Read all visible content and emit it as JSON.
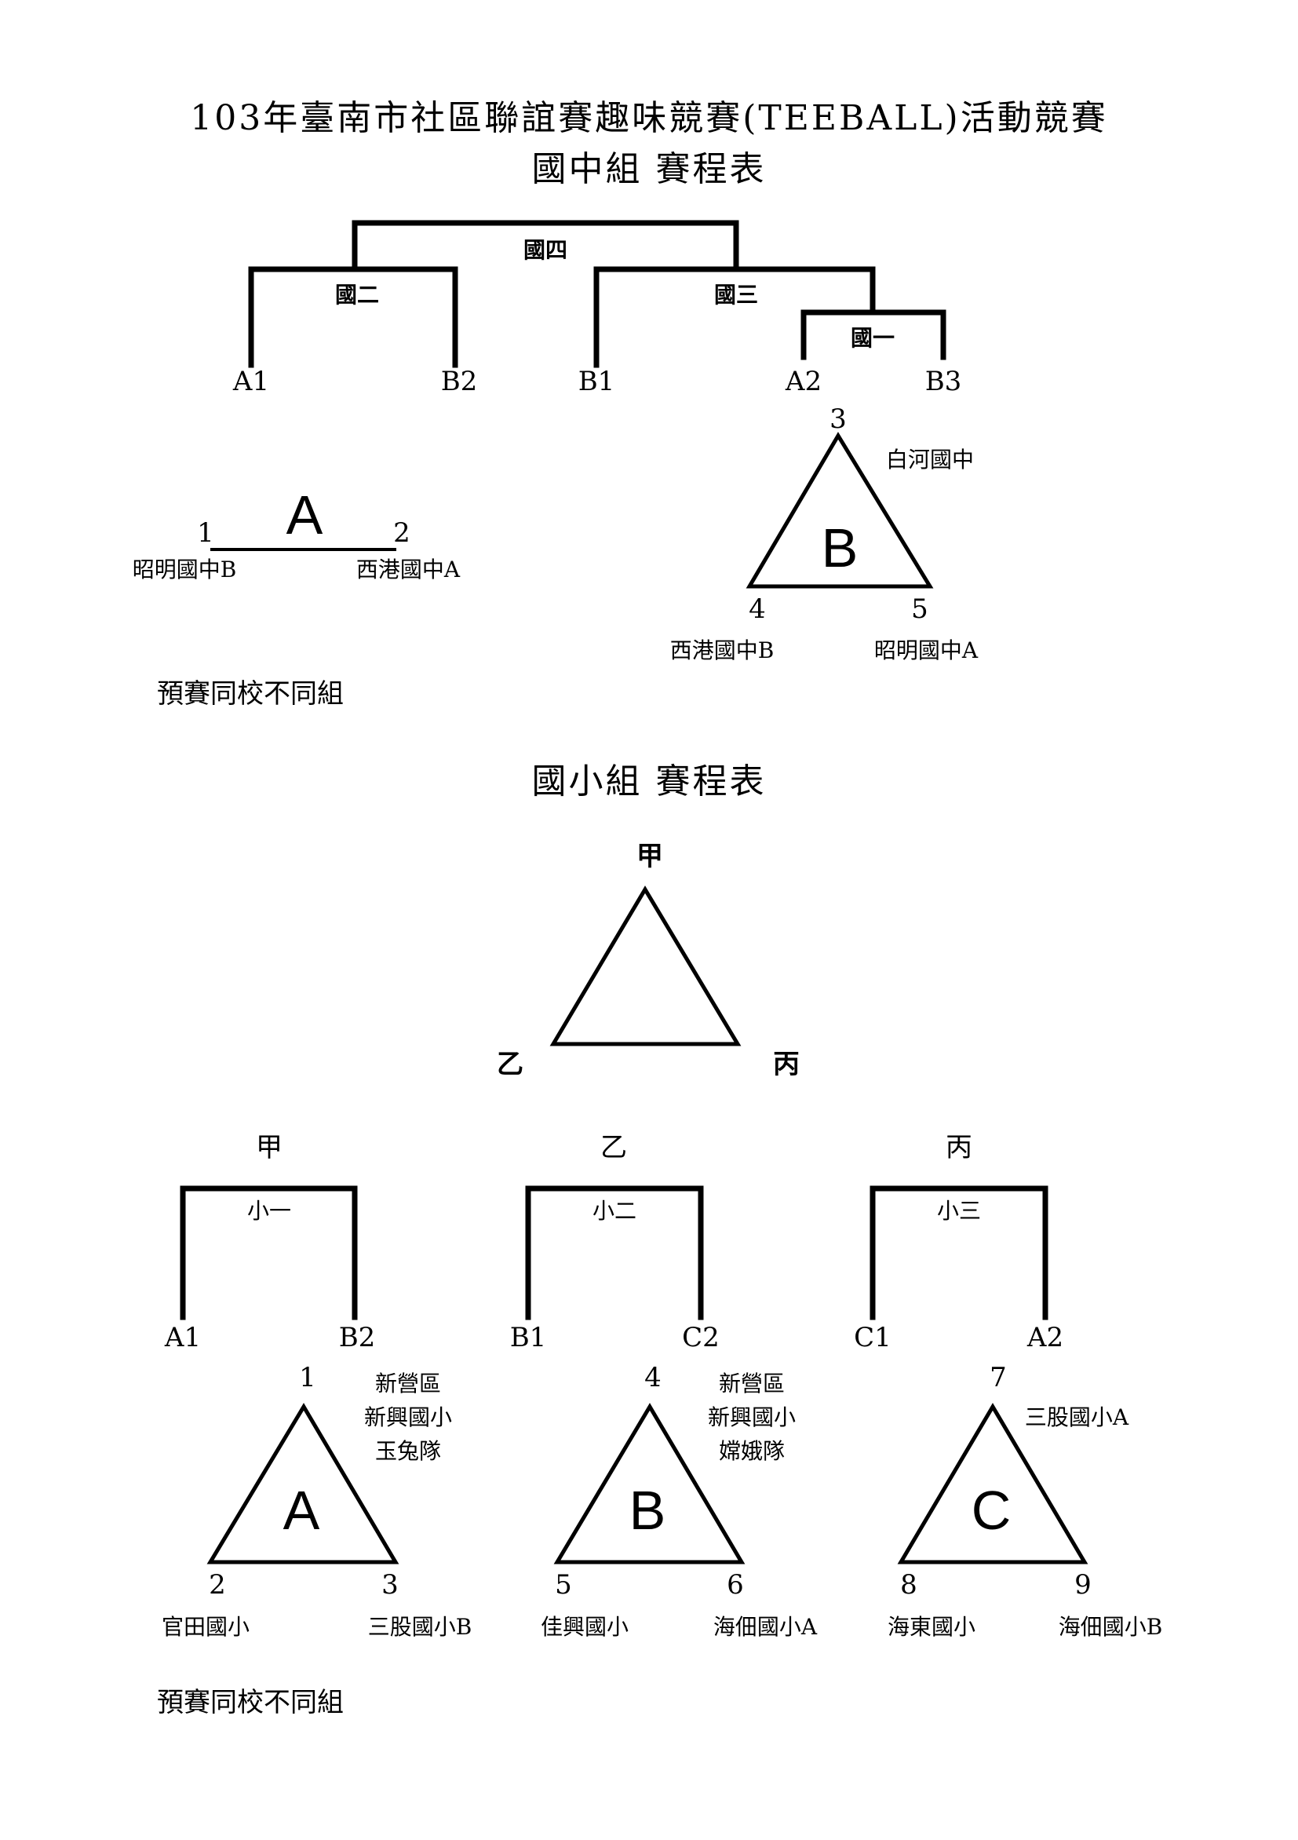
{
  "title": "103年臺南市社區聯誼賽趣味競賽(TEEBALL)活動競賽",
  "junior_high": {
    "subtitle": "國中組 賽程表",
    "games": [
      "國四",
      "國二",
      "國三",
      "國一"
    ],
    "slots": [
      "A1",
      "B2",
      "B1",
      "A2",
      "B3"
    ],
    "group_a": {
      "letter": "A",
      "positions": [
        "1",
        "2"
      ],
      "teams": [
        "昭明國中B",
        "西港國中A"
      ]
    },
    "group_b": {
      "letter": "B",
      "positions": [
        "3",
        "4",
        "5"
      ],
      "teams": [
        "白河國中",
        "西港國中B",
        "昭明國中A"
      ]
    },
    "note": "預賽同校不同組"
  },
  "elementary": {
    "subtitle": "國小組 賽程表",
    "cross": [
      "甲",
      "乙",
      "丙"
    ],
    "brackets": [
      {
        "head": "甲",
        "game": "小一",
        "slots": [
          "A1",
          "B2"
        ]
      },
      {
        "head": "乙",
        "game": "小二",
        "slots": [
          "B1",
          "C2"
        ]
      },
      {
        "head": "丙",
        "game": "小三",
        "slots": [
          "C1",
          "A2"
        ]
      }
    ],
    "groups": [
      {
        "letter": "A",
        "positions": [
          "1",
          "2",
          "3"
        ],
        "top_team": [
          "新營區",
          "新興國小",
          "玉兔隊"
        ],
        "left_team": "官田國小",
        "right_team": "三股國小B"
      },
      {
        "letter": "B",
        "positions": [
          "4",
          "5",
          "6"
        ],
        "top_team": [
          "新營區",
          "新興國小",
          "嫦娥隊"
        ],
        "left_team": "佳興國小",
        "right_team": "海佃國小A"
      },
      {
        "letter": "C",
        "positions": [
          "7",
          "8",
          "9"
        ],
        "top_team": [
          "三股國小A"
        ],
        "left_team": "海東國小",
        "right_team": "海佃國小B"
      }
    ],
    "note": "預賽同校不同組"
  }
}
